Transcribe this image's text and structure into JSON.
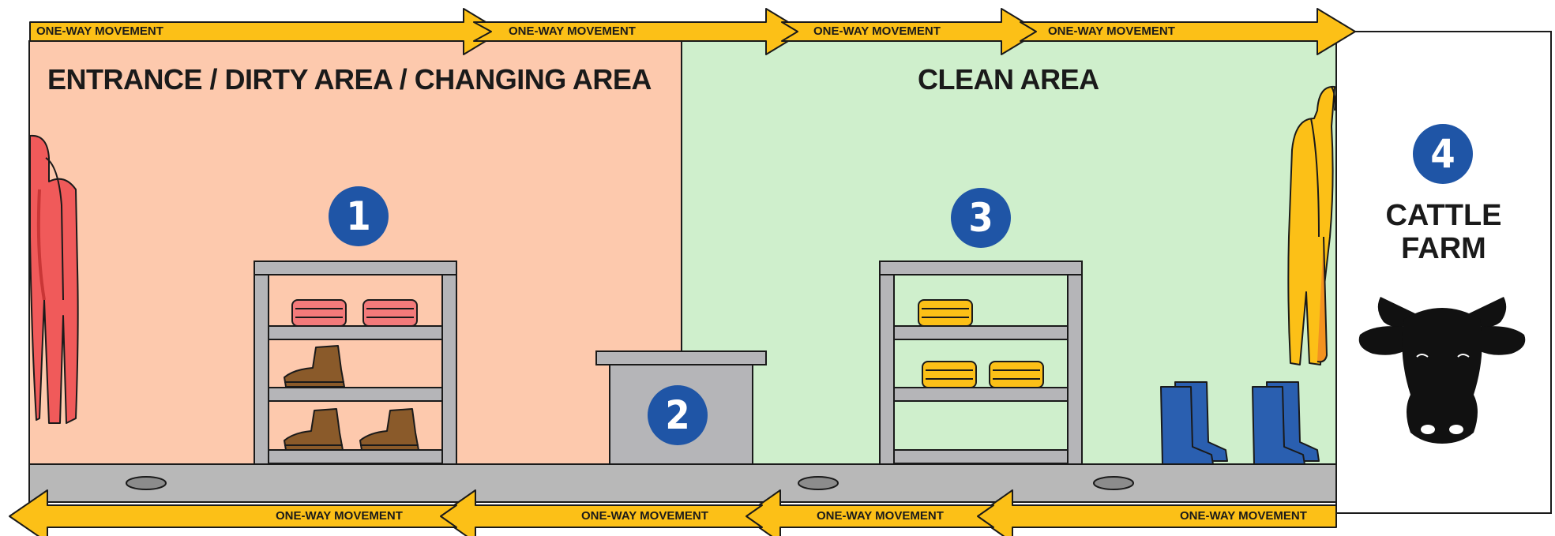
{
  "colors": {
    "dirty_area": "#fdc9ad",
    "clean_area": "#cfefcc",
    "arrow": "#fcc017",
    "badge": "#1f55a6",
    "floor": "#b8b8b8",
    "shelf": "#b5b5b8",
    "red_coverall": "#f05a5a",
    "yellow_coverall": "#fcc017",
    "boots_blue": "#1f55a6",
    "boots_brown": "#8a5a2a",
    "outline": "#1a1a1a"
  },
  "top_arrows": [
    "ONE-WAY MOVEMENT",
    "ONE-WAY MOVEMENT",
    "ONE-WAY MOVEMENT",
    "ONE-WAY MOVEMENT"
  ],
  "bottom_arrows": [
    "ONE-WAY MOVEMENT",
    "ONE-WAY MOVEMENT",
    "ONE-WAY MOVEMENT",
    "ONE-WAY MOVEMENT"
  ],
  "zones": {
    "dirty": {
      "title": "ENTRANCE / DIRTY AREA / CHANGING AREA",
      "badge": "1"
    },
    "bench": {
      "badge": "2"
    },
    "clean": {
      "title": "CLEAN AREA",
      "badge": "3"
    },
    "farm": {
      "badge": "4",
      "title_line1": "CATTLE",
      "title_line2": "FARM"
    }
  },
  "icons": [
    "red-coverall-icon",
    "yellow-coverall-icon",
    "folded-clothes-icon",
    "work-boots-icon",
    "rubber-boots-icon",
    "cow-head-icon",
    "floor-drain-icon",
    "arrow-right-icon",
    "arrow-left-icon"
  ]
}
